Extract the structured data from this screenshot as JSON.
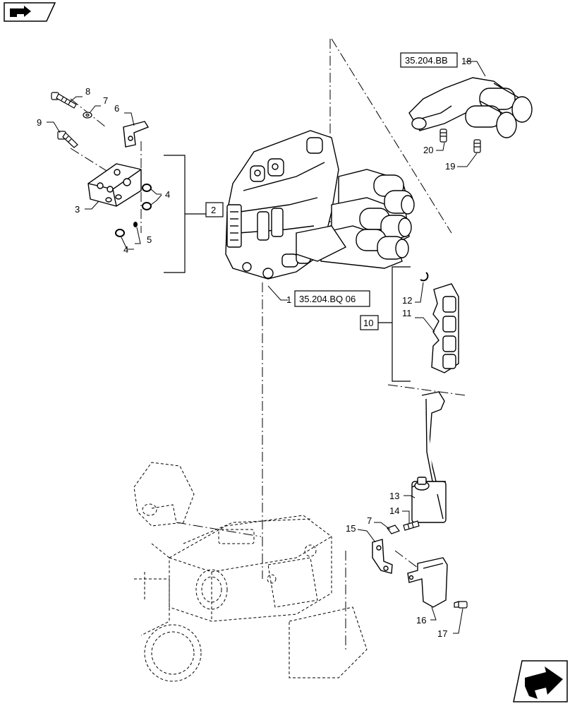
{
  "navigation": {
    "back_icon": "back-arrow-icon",
    "next_icon": "next-arrow-icon"
  },
  "callouts": {
    "c1": "1",
    "c2": "2",
    "c3": "3",
    "c4a": "4",
    "c4b": "4",
    "c5": "5",
    "c6": "6",
    "c7a": "7",
    "c7b": "7",
    "c8": "8",
    "c9": "9",
    "c10": "10",
    "c11": "11",
    "c12": "12",
    "c13": "13",
    "c14": "14",
    "c15": "15",
    "c16": "16",
    "c17": "17",
    "c18": "18",
    "c19": "19",
    "c20": "20"
  },
  "references": {
    "ref_bb": "35.204.BB",
    "ref_bq": "35.204.BQ 06"
  },
  "colors": {
    "line": "#000000",
    "background": "#ffffff"
  }
}
